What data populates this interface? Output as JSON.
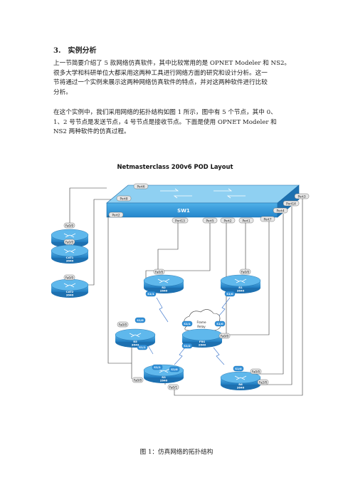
{
  "section": {
    "number": "3.",
    "title": "实例分析"
  },
  "paragraph1": {
    "lines": [
      "上一节简要介绍了 5 款网络仿真软件，其中比较常用的是 OPNET Modeler 和 NS2。",
      "很多大学和科研单位大都采用这两种工具进行网络方面的研究和设计分析。这一",
      "节将通过一个实例来展示这两种网络仿真软件的特点，并对这两种软件进行比较",
      "分析。"
    ]
  },
  "paragraph2": {
    "lines": [
      "在这个实例中，我们采用网络的拓扑结构如图 1 所示，图中有 5 个节点，其中 0、",
      "1、2 号节点是发送节点，4 号节点是接收节点。下面是使用 OPNET Modeler 和",
      "NS2 两种软件的仿真过程。"
    ]
  },
  "diagram": {
    "title": "Netmasterclass 200v6 POD Layout",
    "switch_label": "SW1",
    "port_labels": [
      "Port6",
      "Port8",
      "Port2",
      "Port13",
      "Port5",
      "Port2",
      "Port1",
      "Port7",
      "Port4",
      "Port14",
      "Port3"
    ],
    "routers": [
      {
        "name": "R4",
        "model": "2640",
        "iface": "Fa0/0"
      },
      {
        "name": "CAT1",
        "model": "3640",
        "iface": "Fa0/0"
      },
      {
        "name": "CAT2",
        "model": "3640",
        "iface": "Fa0/0"
      },
      {
        "name": "R2",
        "model": "2640",
        "iface": "Fa0/0",
        "serial": "S1/1"
      },
      {
        "name": "R1",
        "model": "3640",
        "iface": "Fa0/0",
        "serial": "S1/0"
      },
      {
        "name": "R5",
        "model": "3640",
        "iface": "Fa0/0",
        "serial": "S1/0",
        "serial2": "S1/1"
      },
      {
        "name": "FRS",
        "model": "2640",
        "iface": "Fa0/0",
        "serial": "S1/1",
        "serial2": "S1/2",
        "serial3": "S1/0"
      },
      {
        "name": "R3",
        "model": "2640",
        "iface": "Fa0/0",
        "serial": "S1/1",
        "serial2": "S1/0",
        "iface2": "Fa0/1"
      },
      {
        "name": "R6",
        "model": "3640",
        "iface": "Fa0/0",
        "serial": "S1/0",
        "iface2": "Fa2/0"
      }
    ],
    "cloud_label_1": "Frame",
    "cloud_label_2": "Relay"
  },
  "caption": "图 1：仿真网络的拓扑结构",
  "colors": {
    "router_fill": "#2a8fd0",
    "router_dark": "#1468a8",
    "switch_fill": "#3ba0de",
    "label_bg": "#e6e6e6"
  }
}
